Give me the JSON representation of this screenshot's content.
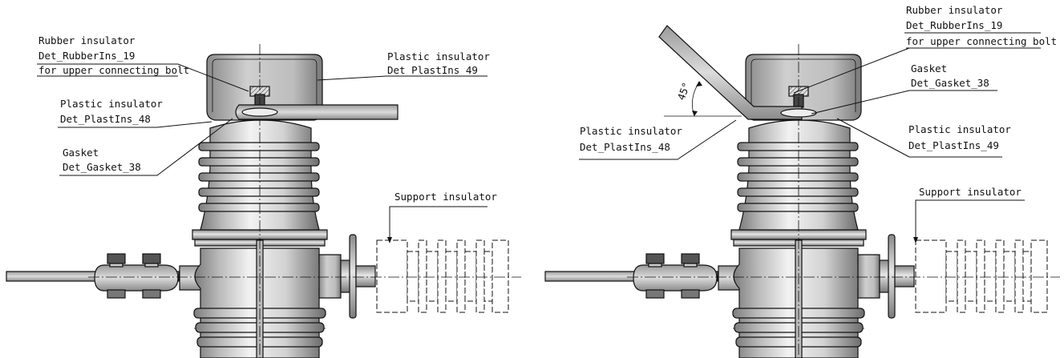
{
  "left_view": {
    "rubber": {
      "line1": "Rubber insulator",
      "line2": "Det_RubberIns_19",
      "line3": "for upper connecting bolt"
    },
    "plastic48": {
      "line1": "Plastic insulator",
      "line2": "Det_PlastIns_48"
    },
    "plastic49": {
      "line1": "Plastic insulator",
      "line2": "Det_PlastIns_49"
    },
    "gasket": {
      "line1": "Gasket",
      "line2": "Det_Gasket_38"
    },
    "support": {
      "line1": "Support insulator"
    }
  },
  "right_view": {
    "rubber": {
      "line1": "Rubber insulator",
      "line2": "Det_RubberIns_19",
      "line3": "for upper connecting bolt"
    },
    "gasket": {
      "line1": "Gasket",
      "line2": "Det_Gasket_38"
    },
    "plastic48": {
      "line1": "Plastic insulator",
      "line2": "Det_PlastIns_48"
    },
    "plastic49": {
      "line1": "Plastic insulator",
      "line2": "Det_PlastIns_49"
    },
    "support": {
      "line1": "Support insulator"
    },
    "angle": "45°"
  }
}
